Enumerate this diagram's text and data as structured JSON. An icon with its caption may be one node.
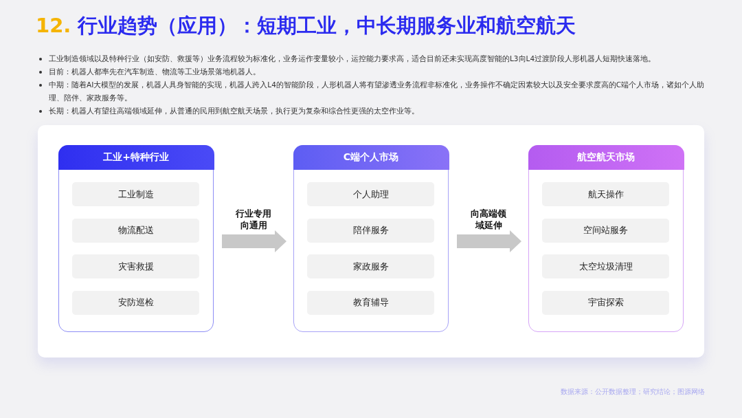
{
  "diagram": {
    "title": "12. 行业趋势（应用）：短期工业，中长期服务业和航空航天",
    "nodes": [
      {
        "text": [
          "工业+特种行业"
        ]
      },
      {
        "text": [
          "工业制造"
        ],
        "in": 0
      },
      {
        "text": [
          "物流配送"
        ],
        "in": 0
      },
      {
        "text": [
          "灾害救援"
        ],
        "in": 0
      },
      {
        "text": [
          "安防巡检"
        ],
        "in": 0
      },
      {
        "text": [
          "C端个人市场"
        ]
      },
      {
        "text": [
          "个人助理"
        ],
        "in": 5
      },
      {
        "text": [
          "陪伴服务"
        ],
        "in": 5
      },
      {
        "text": [
          "家政服务"
        ],
        "in": 5
      },
      {
        "text": [
          "教育辅导"
        ],
        "in": 5
      },
      {
        "text": [
          "航空航天市场"
        ]
      },
      {
        "text": [
          "航天操作"
        ],
        "in": 10
      },
      {
        "text": [
          "空间站服务"
        ],
        "in": 10
      },
      {
        "text": [
          "太空垃圾清理"
        ],
        "in": 10
      },
      {
        "text": [
          "宇宙探索"
        ],
        "in": 10
      }
    ],
    "edges": [
      {
        "from": 0,
        "to": 5,
        "arrow": "to",
        "label": "行业专用向通用"
      },
      {
        "from": 5,
        "to": 10,
        "arrow": "to",
        "label": "向高端领域延伸"
      }
    ],
    "labels": [
      "工业制造领域以及特种行业（如安防、救援等）业务流程较为标准化，业务运作变量较小，运控能力要求高，适合目前还未实现高度智能的L3向L4过渡阶段人形机器人短期快速落地。",
      "目前：机器人都率先在汽车制造、物流等工业场景落地机器人。",
      "中期：随着AI大模型的发展，机器人具身智能的实现，机器人跨入L4的智能阶段，人形机器人将有望渗透业务流程非标准化，业务操作不确定因素较大以及安全要求度高的C端个人市场，诸如个人助理、陪伴、家政服务等。",
      "长期：机器人有望往高端领域延伸，从普通的民用到航空航天场景，执行更为复杂和综合性更强的太空作业等。",
      "数据来源：公开数据整理；研究结论；图源网络"
    ]
  }
}
